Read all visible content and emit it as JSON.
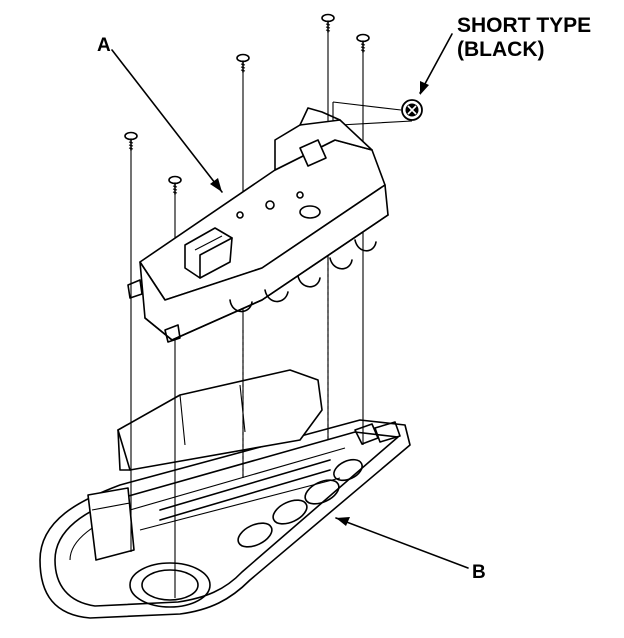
{
  "labels": {
    "part_a": "A",
    "part_b": "B",
    "short_type_line1": "SHORT TYPE",
    "short_type_line2": "(BLACK)"
  },
  "colors": {
    "ink": "#000000",
    "paper": "#ffffff"
  },
  "icons": {
    "screw": "screw-icon",
    "short_screw": "short-screw-head-icon"
  }
}
